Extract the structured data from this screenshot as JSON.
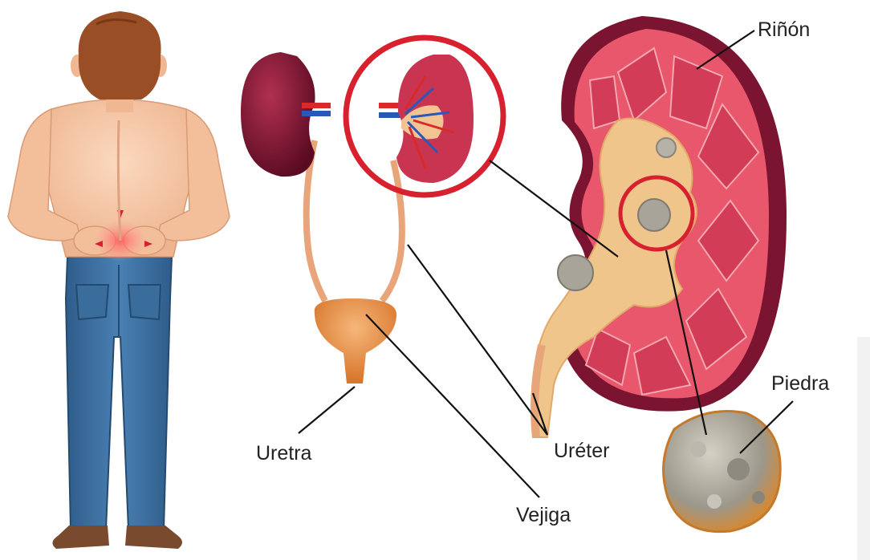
{
  "labels": {
    "kidney": "Riñón",
    "stone": "Piedra",
    "ureter": "Uréter",
    "urethra": "Uretra",
    "bladder": "Vejiga"
  },
  "colors": {
    "skin": "#f6c9a8",
    "hair": "#9a4e26",
    "jeans": "#3d6f9e",
    "shoes": "#7a4a2e",
    "kidney_dark": "#7b1430",
    "kidney_pink": "#e8576b",
    "pelvis": "#f0c58c",
    "highlight_ring": "#d8202e",
    "stone": "#a9a49a",
    "artery": "#d92a2a",
    "vein": "#2a57b8",
    "bladder": "#e99552",
    "leader_line": "#111111"
  }
}
